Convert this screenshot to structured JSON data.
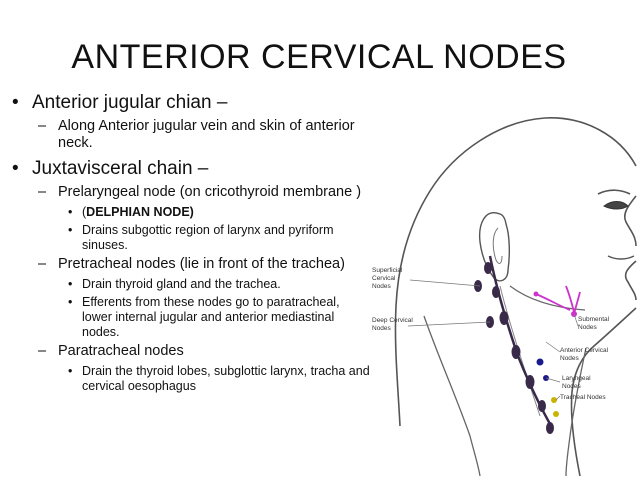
{
  "slide": {
    "title": "ANTERIOR CERVICAL NODES",
    "items": [
      {
        "text": "Anterior jugular chian –"
      },
      {
        "text": "Along Anterior jugular vein and skin of anterior neck."
      },
      {
        "text": "Juxtavisceral chain –"
      },
      {
        "text": "Prelaryngeal node (on cricothyroid membrane )"
      },
      {
        "open": "(",
        "bold": "DELPHIAN NODE)"
      },
      {
        "text": "Drains subgottic region of larynx and pyriform sinuses."
      },
      {
        "text": "Pretracheal nodes (lie in front of the trachea)"
      },
      {
        "text": "Drain thyroid gland and the trachea."
      },
      {
        "text": "Efferents from these nodes go to paratracheal, lower internal jugular and anterior mediastinal nodes."
      },
      {
        "text": "Paratracheal nodes"
      },
      {
        "text": "Drain the thyroid lobes, subglottic larynx, tracha and cervical oesophagus"
      }
    ],
    "bullets": {
      "l1": "•",
      "l2": "–",
      "l3": "•"
    }
  },
  "illustration": {
    "labels": {
      "superficial": [
        "Superficial",
        "Cervical",
        "Nodes"
      ],
      "deep": [
        "Deep Cervical",
        "Nodes"
      ],
      "submental": [
        "Submental",
        "Nodes"
      ],
      "anterior": [
        "Anterior Cervical",
        "Nodes"
      ],
      "laryngeal": [
        "Laryngeal",
        "Nodes"
      ],
      "tracheal": "Tracheal Nodes"
    },
    "colors": {
      "deep_nodes": "#3a2a4a",
      "submental": "#cc33cc",
      "laryngeal": "#1a1a8c",
      "tracheal": "#c8b400",
      "outline": "#555555"
    }
  }
}
